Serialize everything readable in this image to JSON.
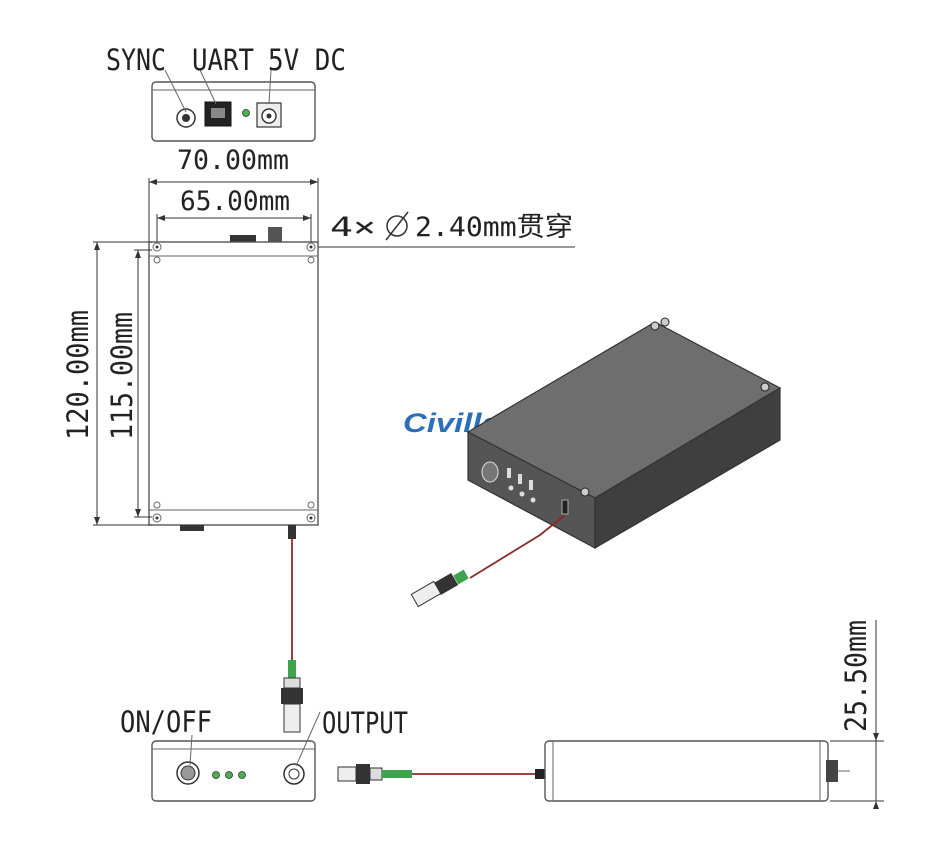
{
  "labels": {
    "sync": "SYNC",
    "uart": "UART",
    "dc5v": "5V DC",
    "width_outer": "70.00mm",
    "width_inner": "65.00mm",
    "holes": "4×",
    "holes_spec": "2.40mm贯穿",
    "height_outer": "120.00mm",
    "height_inner": "115.00mm",
    "on_off": "ON/OFF",
    "output": "OUTPUT",
    "thickness": "25.50mm",
    "brand": "Civillaser"
  },
  "colors": {
    "fiber": "#8b2a2a",
    "connector_green": "#3fa34d",
    "led_green": "#4caf50",
    "brand_blue": "#2a6fb8",
    "box_dark": "#4a4a4a"
  }
}
